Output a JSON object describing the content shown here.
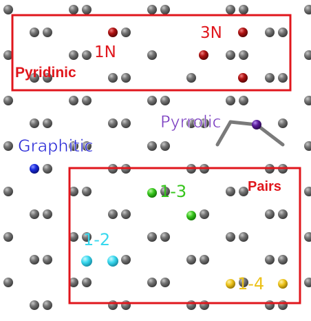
{
  "labels": {
    "pyridinic": "Pyridinic",
    "n1": "1N",
    "n3": "3N",
    "pyrrolic": "Pyrrolic",
    "graphitic": "Graphitic",
    "pairs": "Pairs",
    "p12": "1-2",
    "p13": "1-3",
    "p14": "1-4"
  },
  "colors": {
    "carbon": "#6d6d6d",
    "carbon_highlight": "#b5b5b5",
    "bond": "#7a7a7a",
    "box": "#e0161c",
    "pyridinic_n": "#a81010",
    "pyrrolic_n": "#5b1c9c",
    "graphitic_n": "#1a2ce0",
    "pair_12": "#38d8ee",
    "pair_13": "#36c51c",
    "pair_14": "#ecc21a",
    "label_pyridinic": "#e0161c",
    "label_pyrrolic": "#7a3dc1",
    "label_graphitic": "#2424d6"
  }
}
